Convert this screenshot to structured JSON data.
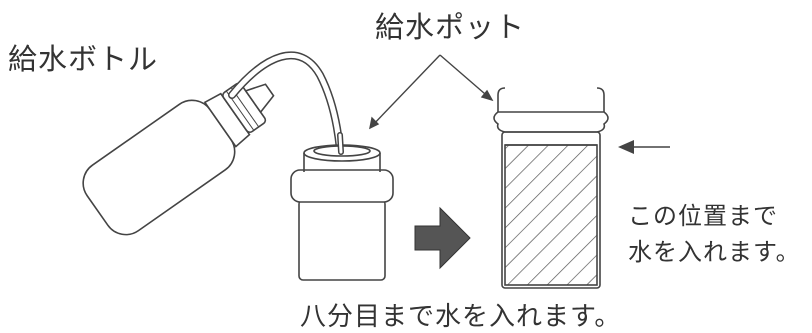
{
  "labels": {
    "bottle": "給水ボトル",
    "pot": "給水ポット",
    "position_line1": "この位置まで",
    "position_line2": "水を入れます。",
    "bottom": "八分目まで水を入れます。"
  },
  "colors": {
    "line": "#444444",
    "arrow_fill": "#555555",
    "text": "#333333"
  },
  "icons": {
    "big_arrow": "right-arrow-icon",
    "level_arrow": "left-arrow-icon"
  }
}
